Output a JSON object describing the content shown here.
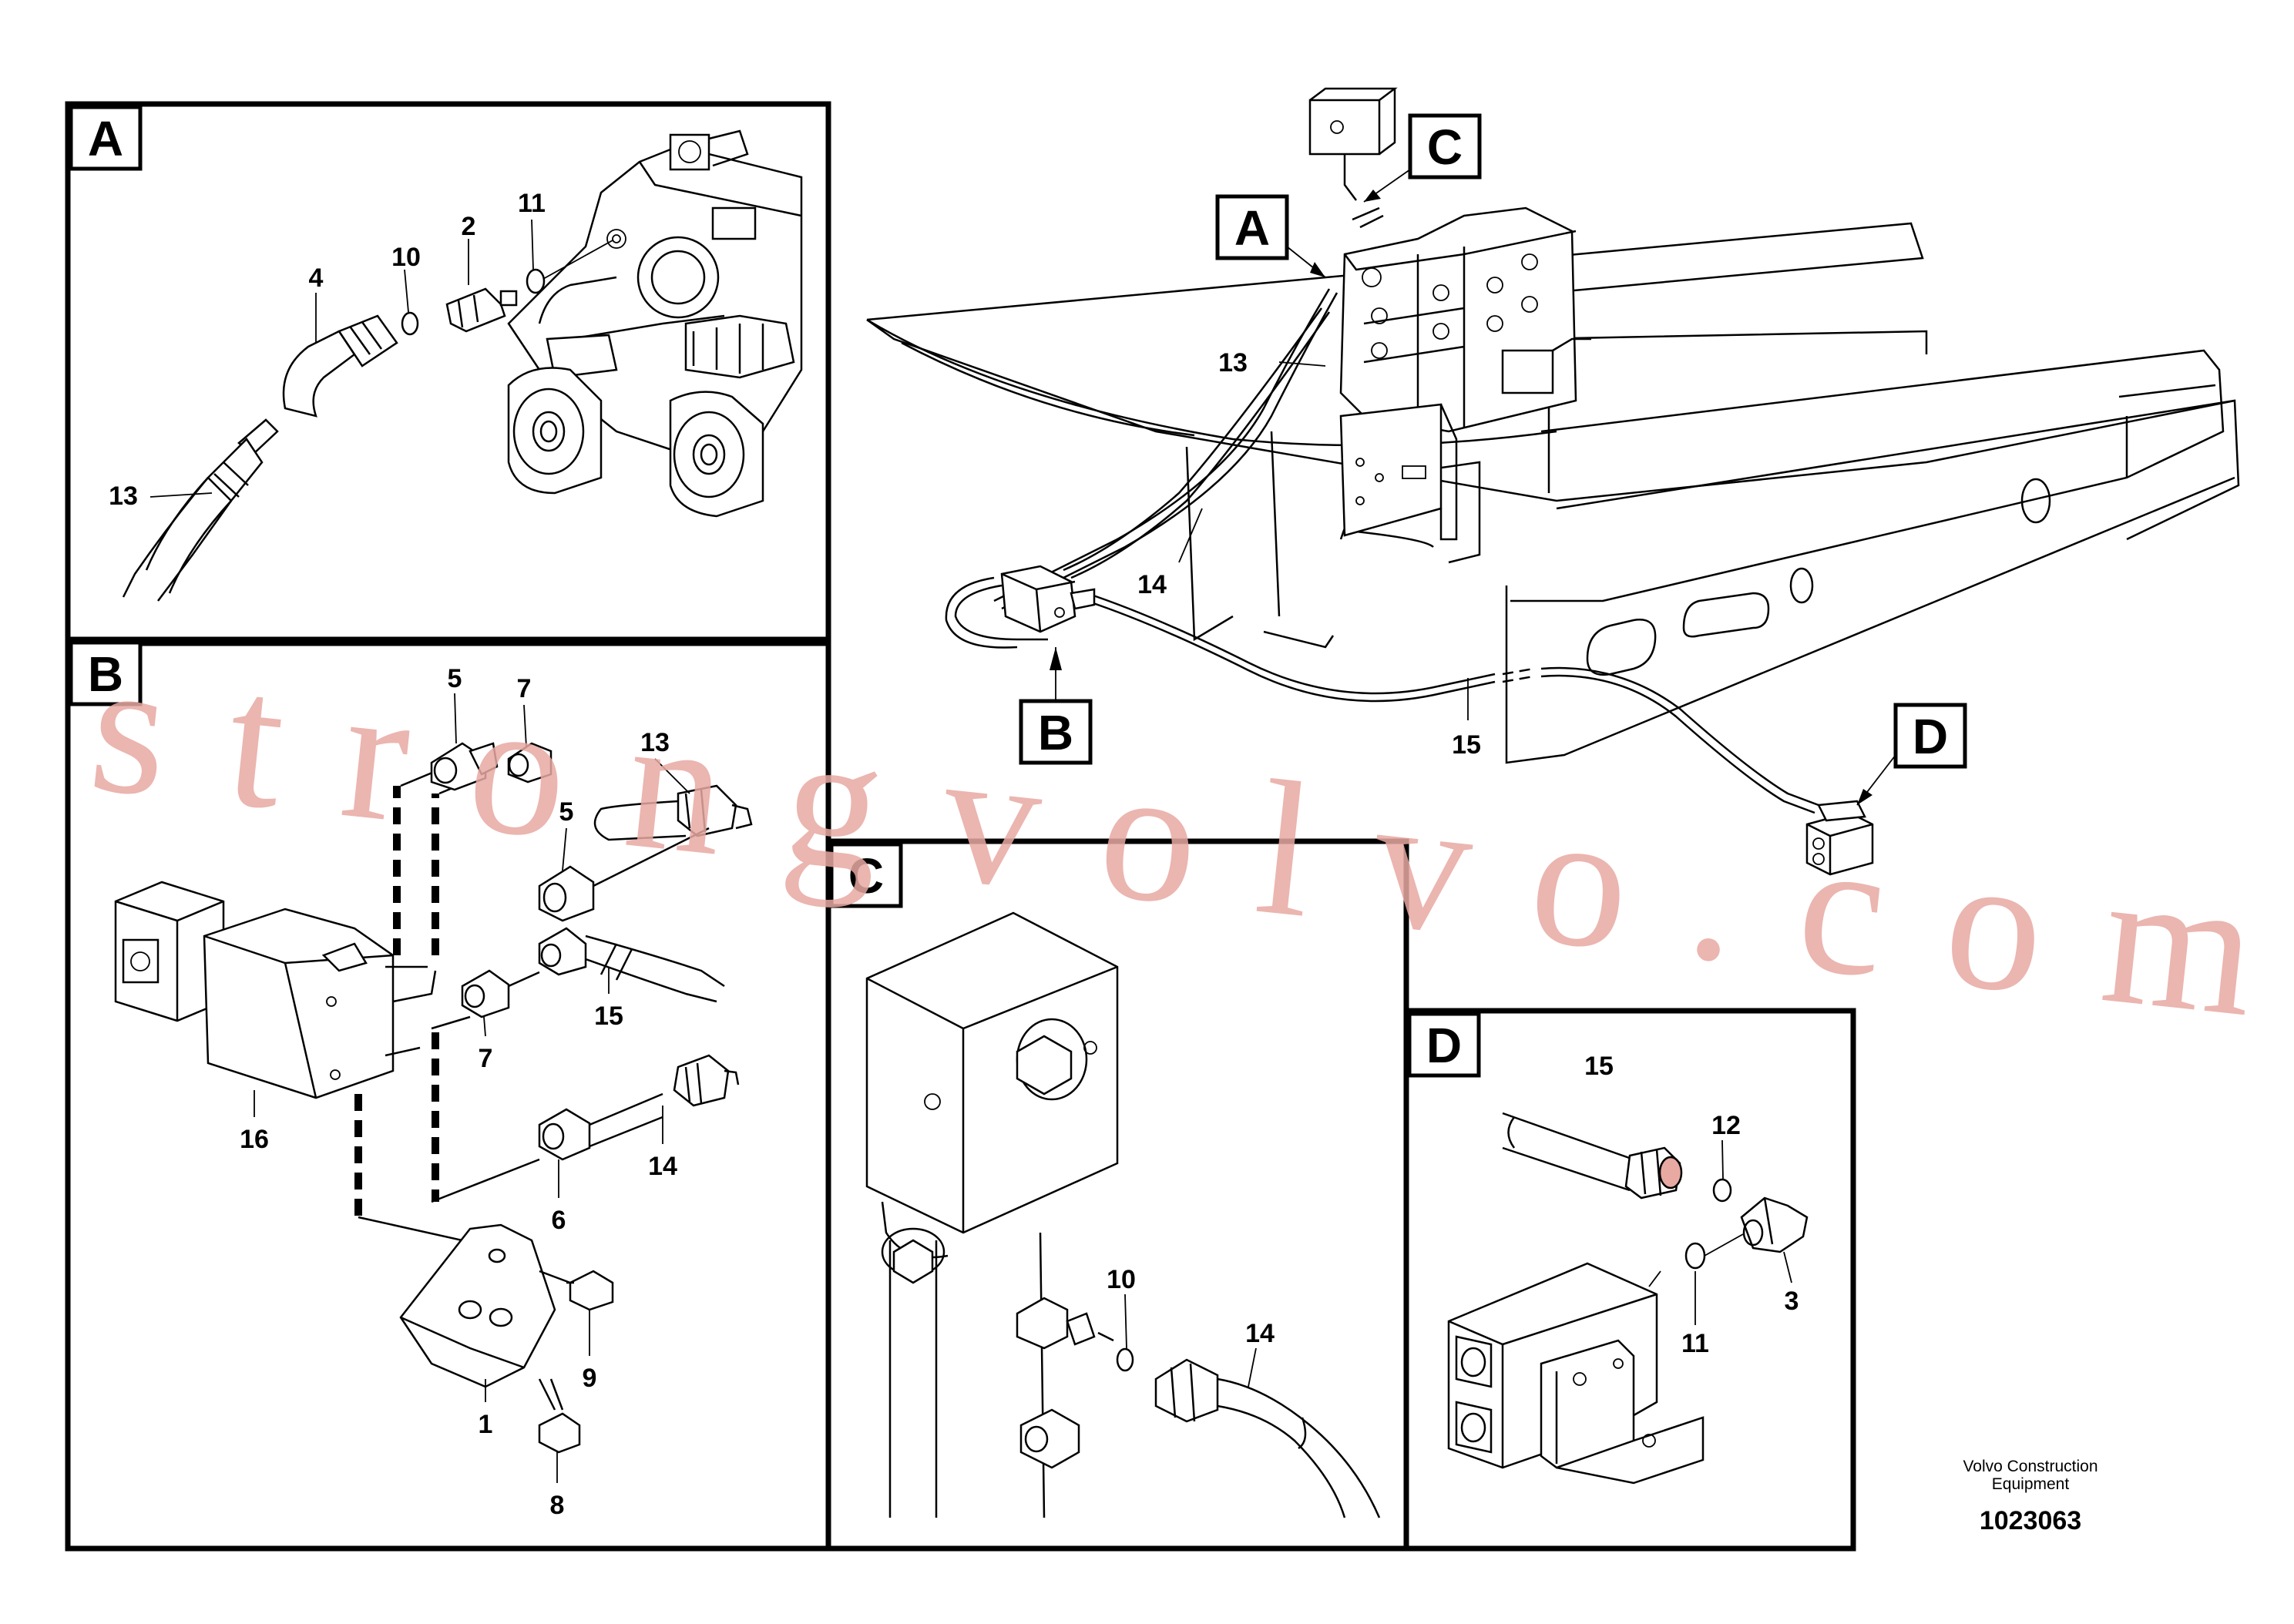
{
  "detail_panels": {
    "A": {
      "letter": "A",
      "callouts": [
        "4",
        "10",
        "2",
        "11",
        "13"
      ]
    },
    "B": {
      "letter": "B",
      "callouts": [
        "5",
        "7",
        "13",
        "5",
        "15",
        "7",
        "16",
        "14",
        "6",
        "9",
        "1",
        "8"
      ]
    },
    "C": {
      "letter": "C",
      "callouts": [
        "10",
        "14"
      ]
    },
    "D": {
      "letter": "D",
      "callouts": [
        "15",
        "12",
        "3",
        "11"
      ]
    }
  },
  "overview": {
    "callouts": [
      "13",
      "14",
      "15"
    ],
    "pointers": [
      "A",
      "B",
      "C",
      "D"
    ]
  },
  "watermark": "strongvolvo.com",
  "footer": {
    "brand_line1": "Volvo Construction",
    "brand_line2": "Equipment",
    "drawing_number": "1023063"
  },
  "colors": {
    "watermark": "#e8a9a3",
    "lines": "#000000"
  }
}
